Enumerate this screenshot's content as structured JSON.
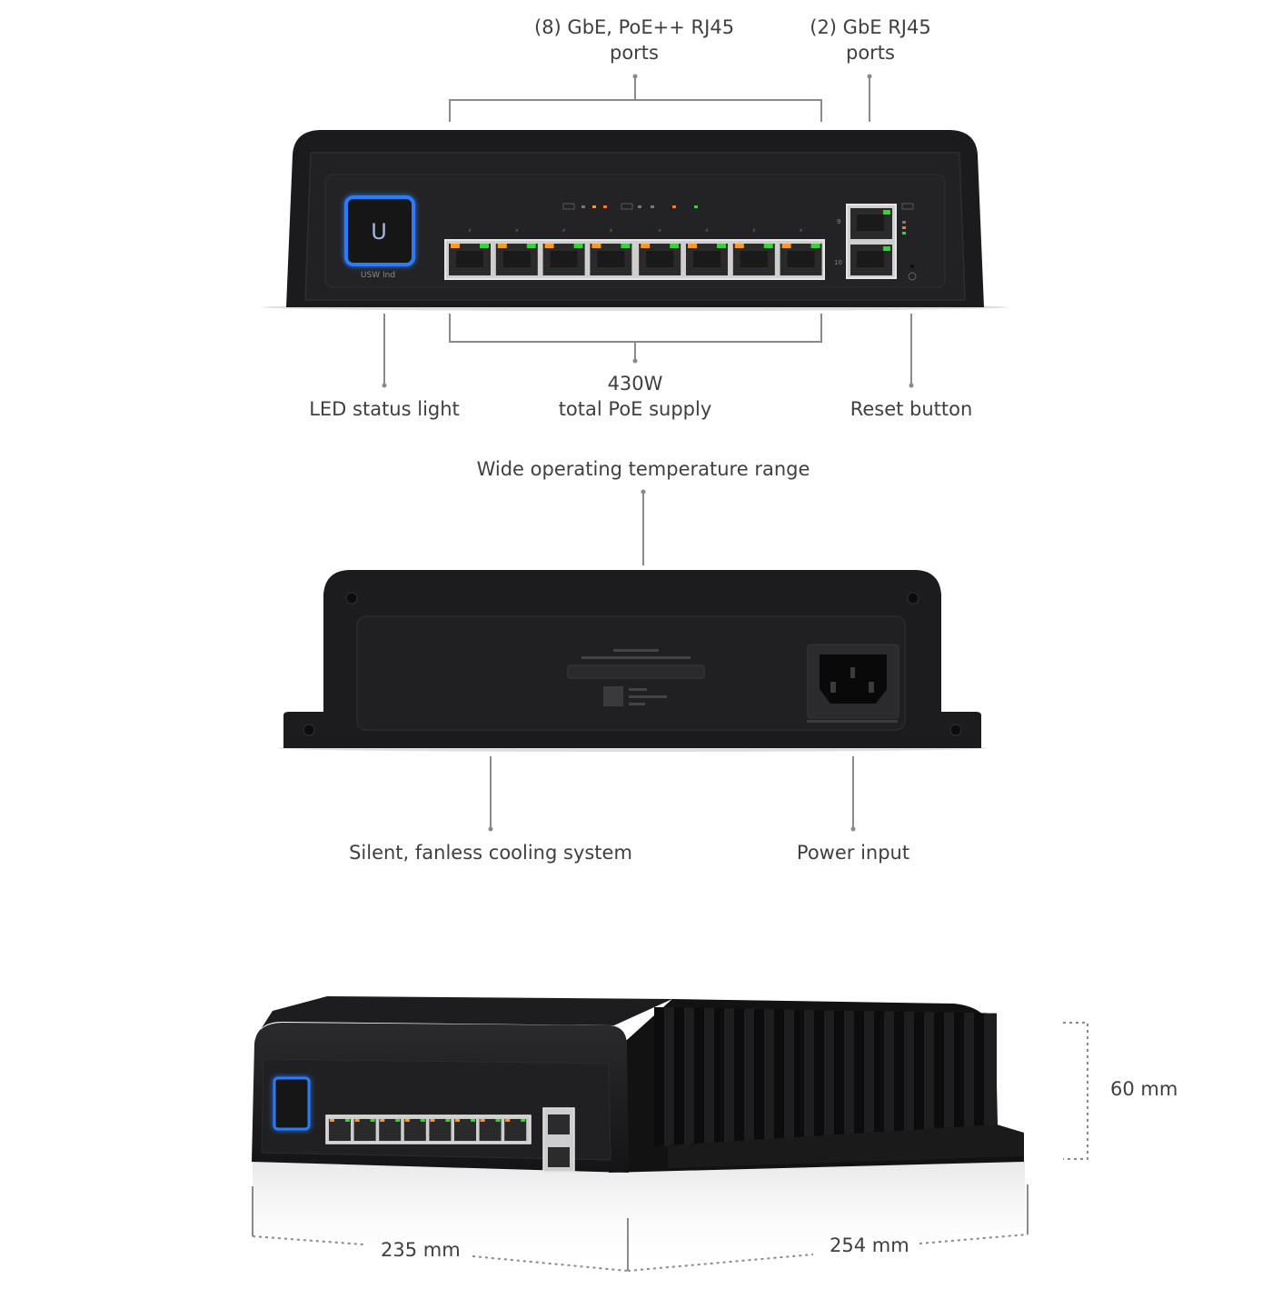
{
  "front_view": {
    "callouts": {
      "poe_ports": [
        "(8) GbE, PoE++ RJ45",
        "ports"
      ],
      "gbe_ports": [
        "(2) GbE RJ45",
        "ports"
      ],
      "led": "LED status light",
      "poe_budget": [
        "430W",
        "total PoE supply"
      ],
      "reset": "Reset button"
    },
    "device": {
      "logo_text": "USW Ind",
      "port_count_poe": 8,
      "port_count_uplink": 2,
      "uplink_numbers": [
        "9",
        "10"
      ]
    }
  },
  "rear_view": {
    "callouts": {
      "temperature": "Wide operating temperature range",
      "cooling": "Silent, fanless cooling system",
      "power": "Power input"
    }
  },
  "dimensions": {
    "height": "60 mm",
    "width": "235 mm",
    "depth": "254 mm"
  },
  "colors": {
    "device_body": "#1c1c1e",
    "device_face": "#232325",
    "led_blue": "#1f6bff",
    "port_led_green": "#37d23c",
    "port_led_orange": "#ff9a1f",
    "callout_line": "#8a8a8a"
  }
}
